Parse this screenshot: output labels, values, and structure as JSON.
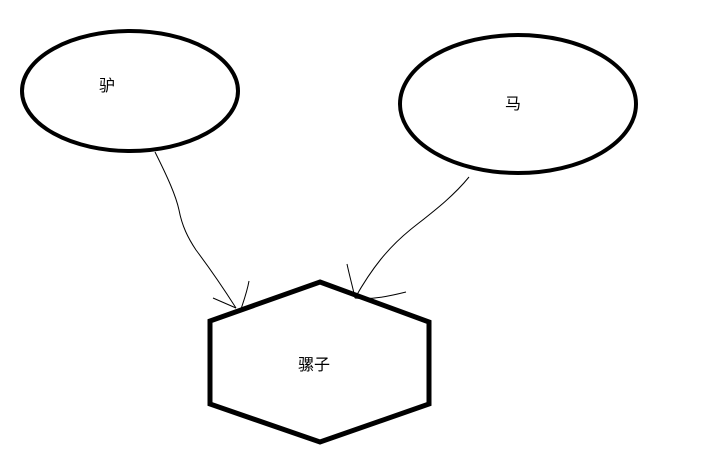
{
  "diagram": {
    "nodes": {
      "donkey": {
        "label": "驴",
        "shape": "ellipse"
      },
      "horse": {
        "label": "马",
        "shape": "ellipse"
      },
      "mule": {
        "label": "骡子",
        "shape": "hexagon"
      }
    },
    "edges": [
      {
        "from": "donkey",
        "to": "mule",
        "style": "hand-drawn-arrow"
      },
      {
        "from": "horse",
        "to": "mule",
        "style": "hand-drawn-arrow"
      }
    ],
    "colors": {
      "background": "#ffffff",
      "stroke": "#000000"
    }
  }
}
